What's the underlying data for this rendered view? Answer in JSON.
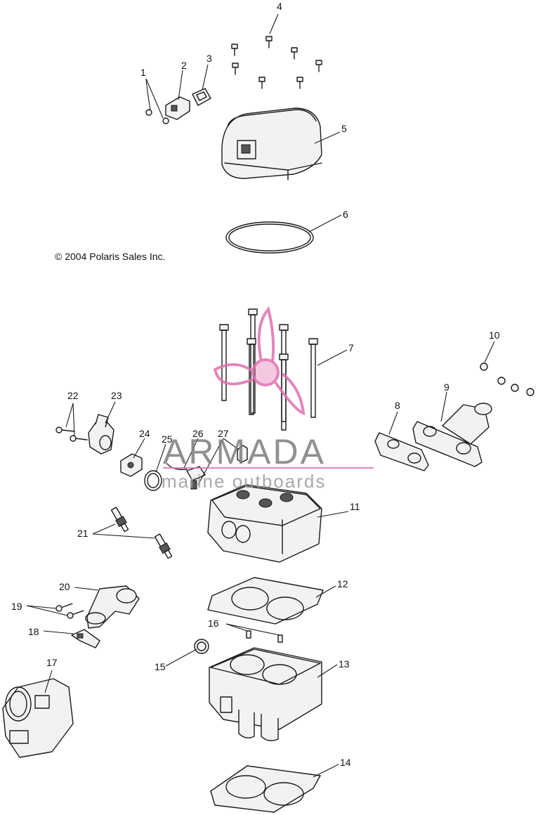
{
  "copyright": "© 2004 Polaris Sales Inc.",
  "watermark": {
    "brand": "ARMADA",
    "tagline": "marine outboards",
    "accent_color": "#e070b0",
    "text_color": "#7d7d7d"
  },
  "callouts": [
    "1",
    "2",
    "3",
    "4",
    "5",
    "6",
    "7",
    "8",
    "9",
    "10",
    "11",
    "12",
    "13",
    "14",
    "15",
    "16",
    "17",
    "18",
    "19",
    "20",
    "21",
    "22",
    "23",
    "24",
    "25",
    "26",
    "27"
  ]
}
